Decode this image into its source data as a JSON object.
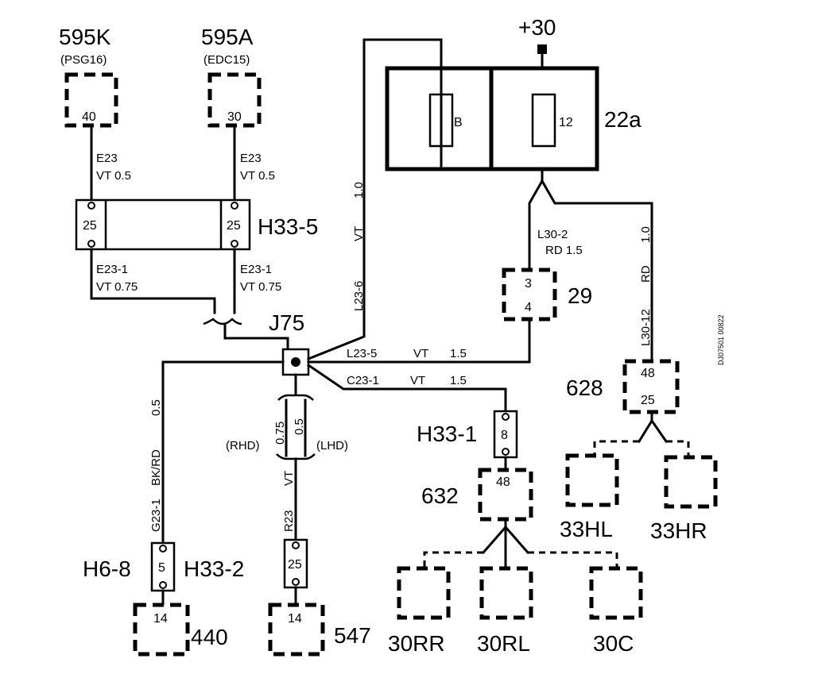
{
  "supply": "+30",
  "fusebox": {
    "id": "22a",
    "fuse_b": "B",
    "fuse_12": "12"
  },
  "modules": {
    "m595k": {
      "id": "595K",
      "sub": "(PSG16)",
      "pin": "40"
    },
    "m595a": {
      "id": "595A",
      "sub": "(EDC15)",
      "pin": "30"
    },
    "m29": {
      "id": "29",
      "pin_top": "3",
      "pin_bottom": "4"
    },
    "m628": {
      "id": "628",
      "pin_top": "48",
      "pin_bottom": "25"
    },
    "m632": {
      "id": "632",
      "pin": "48"
    },
    "m440": {
      "id": "440",
      "pin": "14"
    },
    "m547": {
      "id": "547",
      "pin": "14"
    },
    "m33hl": {
      "id": "33HL"
    },
    "m33hr": {
      "id": "33HR"
    },
    "m30rr": {
      "id": "30RR"
    },
    "m30rl": {
      "id": "30RL"
    },
    "m30c": {
      "id": "30C"
    }
  },
  "connectors": {
    "h33_5": {
      "id": "H33-5",
      "pin_left": "25",
      "pin_right": "25"
    },
    "h33_1": {
      "id": "H33-1",
      "pin": "8"
    },
    "h33_2": {
      "id": "H33-2",
      "pin": "5"
    },
    "h6_8": {
      "id": "H6-8"
    },
    "r23": {
      "pin": "25"
    },
    "j75": {
      "id": "J75"
    }
  },
  "wires": {
    "e23_left": {
      "code": "E23",
      "spec": "VT  0.5"
    },
    "e23_right": {
      "code": "E23",
      "spec": "VT  0.5"
    },
    "e23_1_left": {
      "code": "E23-1",
      "spec": "VT  0.75"
    },
    "e23_1_right": {
      "code": "E23-1",
      "spec": "VT  0.75"
    },
    "l23_6": {
      "code": "L23-6",
      "color": "VT",
      "size": "1.0"
    },
    "l30_2": {
      "code": "L30-2",
      "spec": "RD  1.5"
    },
    "l30_12": {
      "code": "L30-12",
      "color": "RD",
      "size": "1.0"
    },
    "l23_5": {
      "code": "L23-5",
      "color": "VT",
      "size": "1.5"
    },
    "c23_1": {
      "code": "C23-1",
      "color": "VT",
      "size": "1.5"
    },
    "g23_1": {
      "code": "G23-1",
      "color": "BK/RD",
      "size": "0.5"
    },
    "r23": {
      "code": "R23",
      "color": "VT",
      "size_rhd": "0.75",
      "size_lhd": "0.5",
      "rhd": "(RHD)",
      "lhd": "(LHD)"
    }
  },
  "drawing_ref": "DJ07501 00822"
}
